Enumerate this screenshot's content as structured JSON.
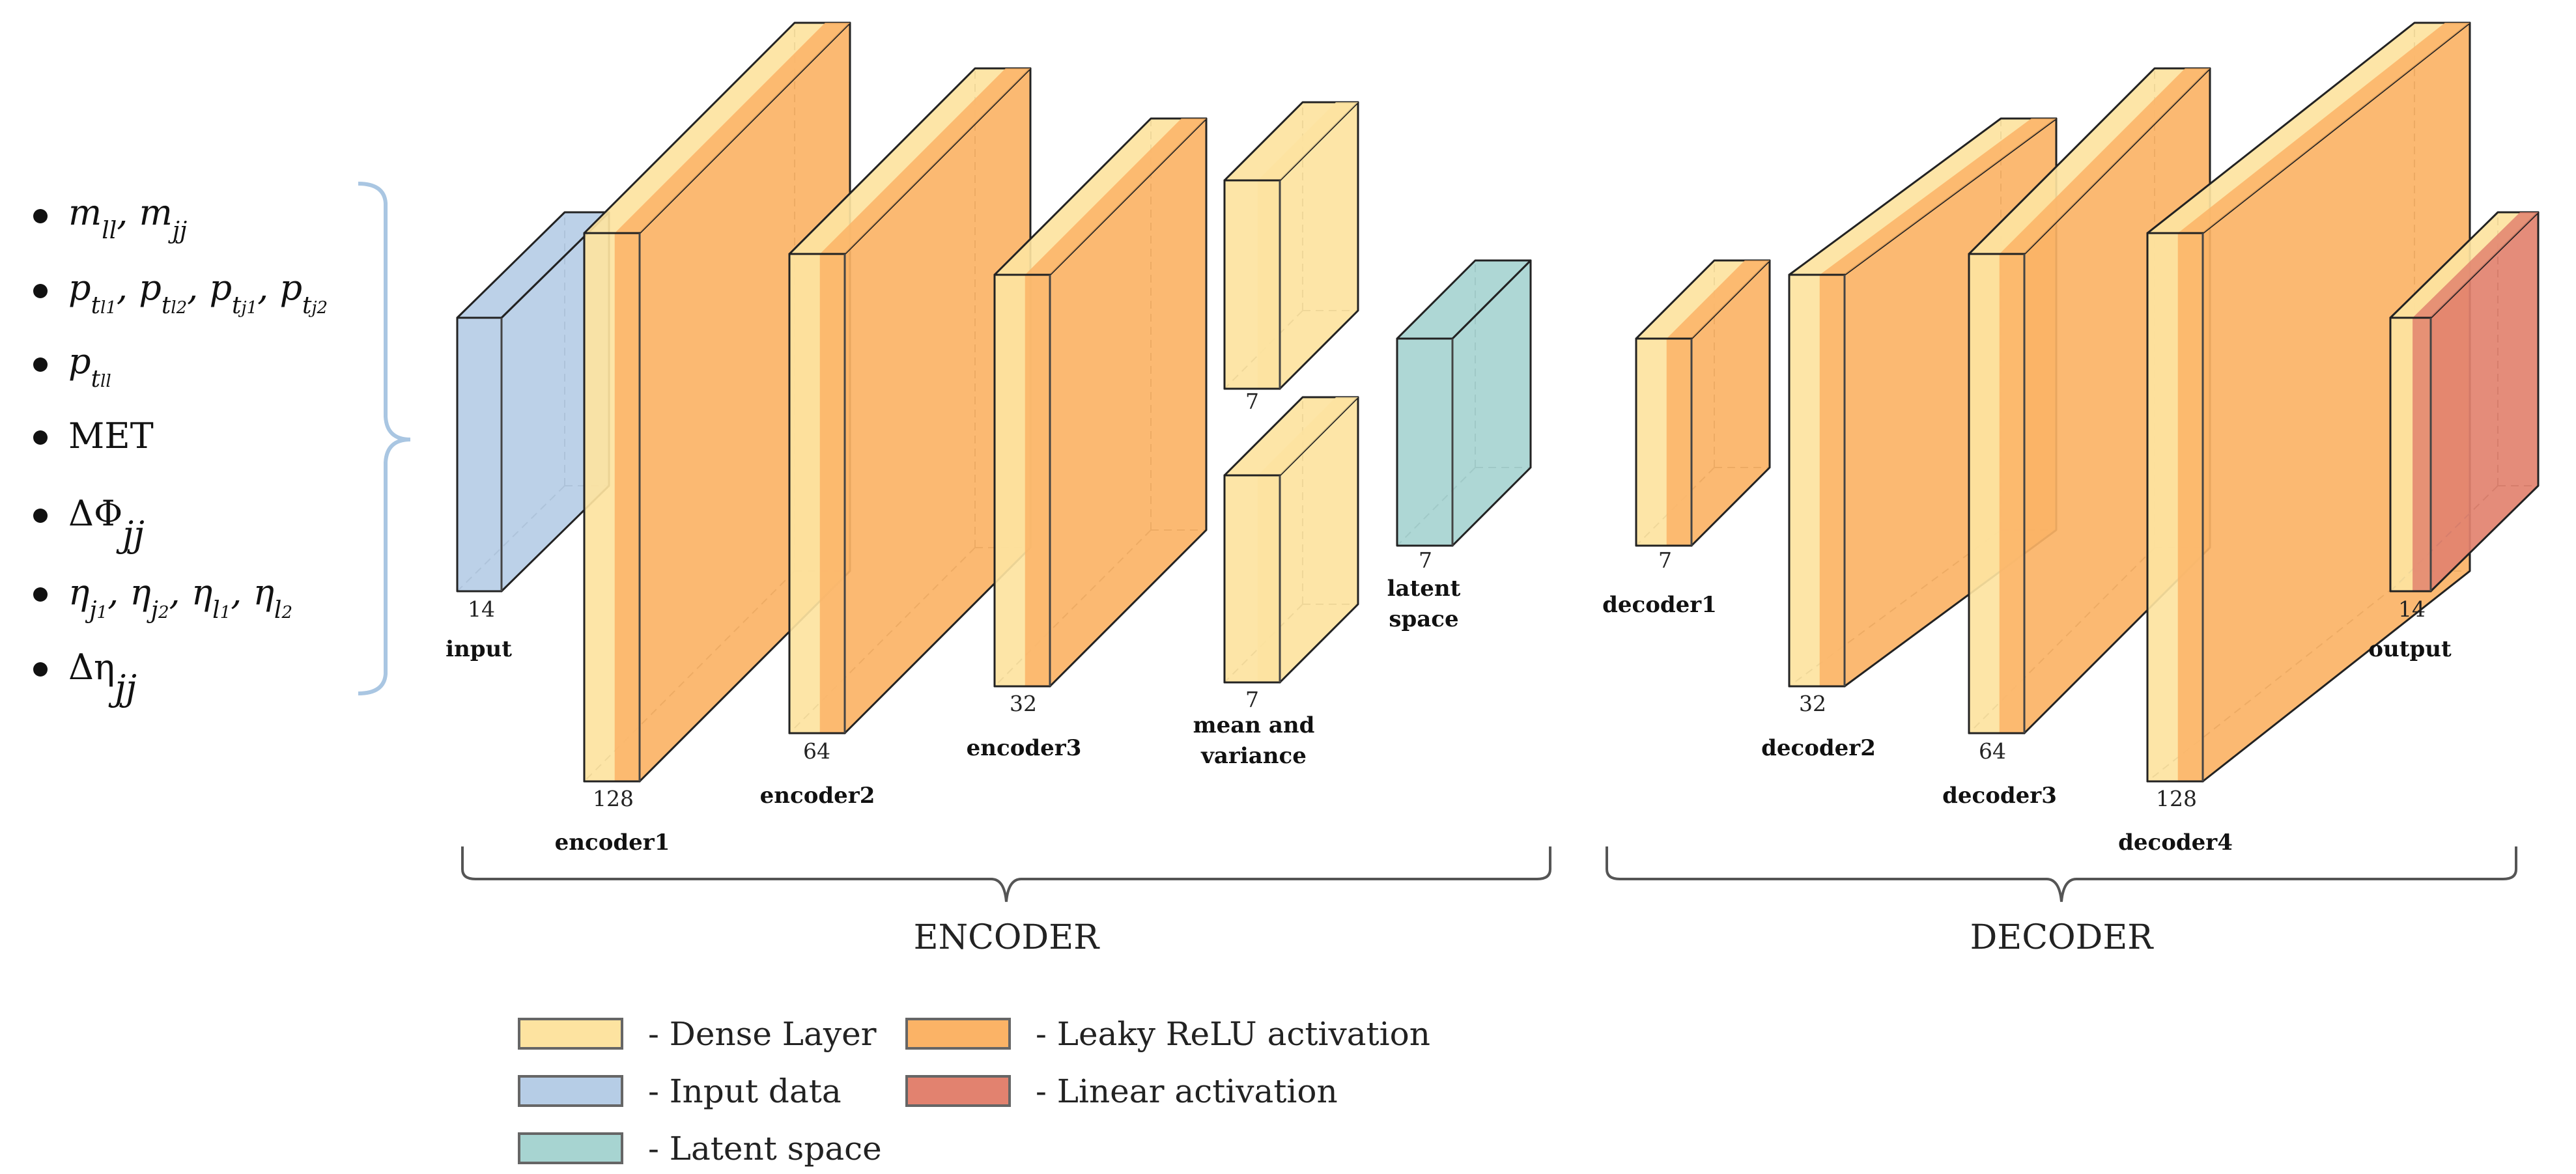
{
  "colors": {
    "dense": "#fde3a0",
    "leaky": "#fbb366",
    "input": "#b6cde6",
    "latent": "#a7d4d1",
    "linear": "#e2826f",
    "bracket": "#a9c6e2",
    "brace": "#555555"
  },
  "features": [
    {
      "id": "f1",
      "base": "m",
      "sub": "ll",
      "rest": ", m",
      "sub2": "jj"
    },
    {
      "id": "f2",
      "text": "p_{t_{l1}}, p_{t_{l2}}, p_{t_{j1}}, p_{t_{j2}}"
    },
    {
      "id": "f3",
      "text": "p_{t_{ll}}"
    },
    {
      "id": "f4",
      "text": "MET"
    },
    {
      "id": "f5",
      "text": "ΔΦ_{jj}"
    },
    {
      "id": "f6",
      "text": "η_{j1}, η_{j2}, η_{l1}, η_{l2}"
    },
    {
      "id": "f7",
      "text": "Δη_{jj}"
    }
  ],
  "layers": {
    "input": {
      "size": "14",
      "label": "input"
    },
    "encoder1": {
      "size": "128",
      "label": "encoder1"
    },
    "encoder2": {
      "size": "64",
      "label": "encoder2"
    },
    "encoder3": {
      "size": "32",
      "label": "encoder3"
    },
    "mean_var": {
      "size_top": "7",
      "size_bottom": "7",
      "label_line1": "mean and",
      "label_line2": "variance"
    },
    "latent": {
      "size": "7",
      "label_line1": "latent",
      "label_line2": "space"
    },
    "decoder1": {
      "size": "7",
      "label": "decoder1"
    },
    "decoder2": {
      "size": "32",
      "label": "decoder2"
    },
    "decoder3": {
      "size": "64",
      "label": "decoder3"
    },
    "decoder4": {
      "size": "128",
      "label": "decoder4"
    },
    "output": {
      "size": "14",
      "label": "output"
    }
  },
  "sections": {
    "encoder": "ENCODER",
    "decoder": "DECODER"
  },
  "legend": {
    "dense": "- Dense Layer",
    "input": "- Input data",
    "latent": "- Latent space",
    "leaky": "- Leaky ReLU activation",
    "linear": "- Linear activation"
  }
}
